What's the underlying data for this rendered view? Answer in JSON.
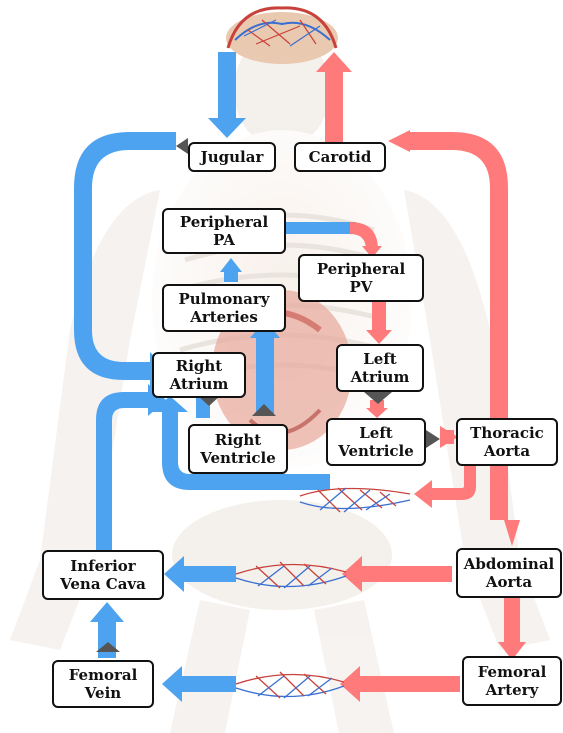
{
  "colors": {
    "venous": "#4da3f0",
    "arterial": "#ff7b7b",
    "box_border": "#111111",
    "valve": "#555555"
  },
  "nodes": {
    "jugular": "Jugular",
    "carotid": "Carotid",
    "peripheral_pa": "Peripheral\nPA",
    "peripheral_pv": "Peripheral\nPV",
    "pulmonary_arteries": "Pulmonary\nArteries",
    "left_atrium": "Left\nAtrium",
    "right_atrium": "Right\nAtrium",
    "right_ventricle": "Right\nVentricle",
    "left_ventricle": "Left\nVentricle",
    "thoracic_aorta": "Thoracic\nAorta",
    "inferior_vena_cava": "Inferior\nVena Cava",
    "abdominal_aorta": "Abdominal\nAorta",
    "femoral_vein": "Femoral\nVein",
    "femoral_artery": "Femoral\nArtery"
  },
  "background": {
    "skeleton": "skeleton-illustration",
    "brain": "brain-capillary-bed",
    "heart": "heart-illustration",
    "capillary_beds": "capillary-bed-icon"
  }
}
